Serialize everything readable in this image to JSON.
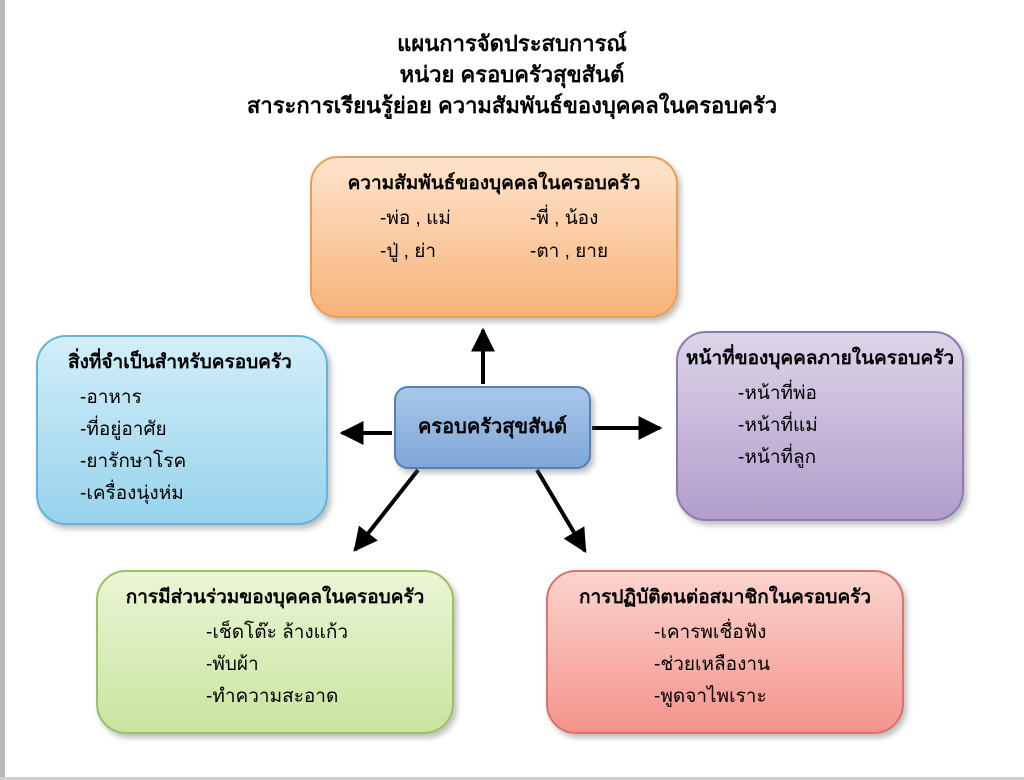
{
  "title": {
    "line1": "แผนการจัดประสบการณ์",
    "line2": "หน่วย  ครอบครัวสุขสันต์",
    "line3": "สาระการเรียนรู้ย่อย ความสัมพันธ์ของบุคคลในครอบครัว"
  },
  "center": {
    "label": "ครอบครัวสุขสันต์"
  },
  "nodes": {
    "relationships": {
      "title": "ความสัมพันธ์ของบุคคลในครอบครัว",
      "rows": [
        [
          "-พ่อ , แม่",
          "-พี่ , น้อง"
        ],
        [
          "-ปู่ , ย่า",
          "-ตา , ยาย"
        ]
      ]
    },
    "necessities": {
      "title": "สิ่งที่จำเป็นสำหรับครอบครัว",
      "items": [
        "-อาหาร",
        "-ที่อยู่อาศัย",
        "-ยารักษาโรค",
        "-เครื่องนุ่งห่ม"
      ]
    },
    "duties": {
      "title": "หน้าที่ของบุคคลภายในครอบครัว",
      "items": [
        "-หน้าที่พ่อ",
        "-หน้าที่แม่",
        "-หน้าที่ลูก"
      ]
    },
    "participation": {
      "title": "การมีส่วนร่วมของบุคคลในครอบครัว",
      "items": [
        "-เช็ดโต๊ะ  ล้างแก้ว",
        "-พับผ้า",
        "-ทำความสะอาด"
      ]
    },
    "behavior": {
      "title": "การปฏิบัติตนต่อสมาชิกในครอบครัว",
      "items": [
        "-เคารพเชื่อฟัง",
        "-ช่วยเหลืองาน",
        "-พูดจาไพเราะ"
      ]
    }
  },
  "colors": {
    "relationships_fill": "#F8B379",
    "necessities_fill": "#97D3EC",
    "duties_fill": "#B29DCB",
    "participation_fill": "#C8E59F",
    "behavior_fill": "#F4948C",
    "center_fill": "#7EA6D8",
    "arrow": "#000000"
  }
}
